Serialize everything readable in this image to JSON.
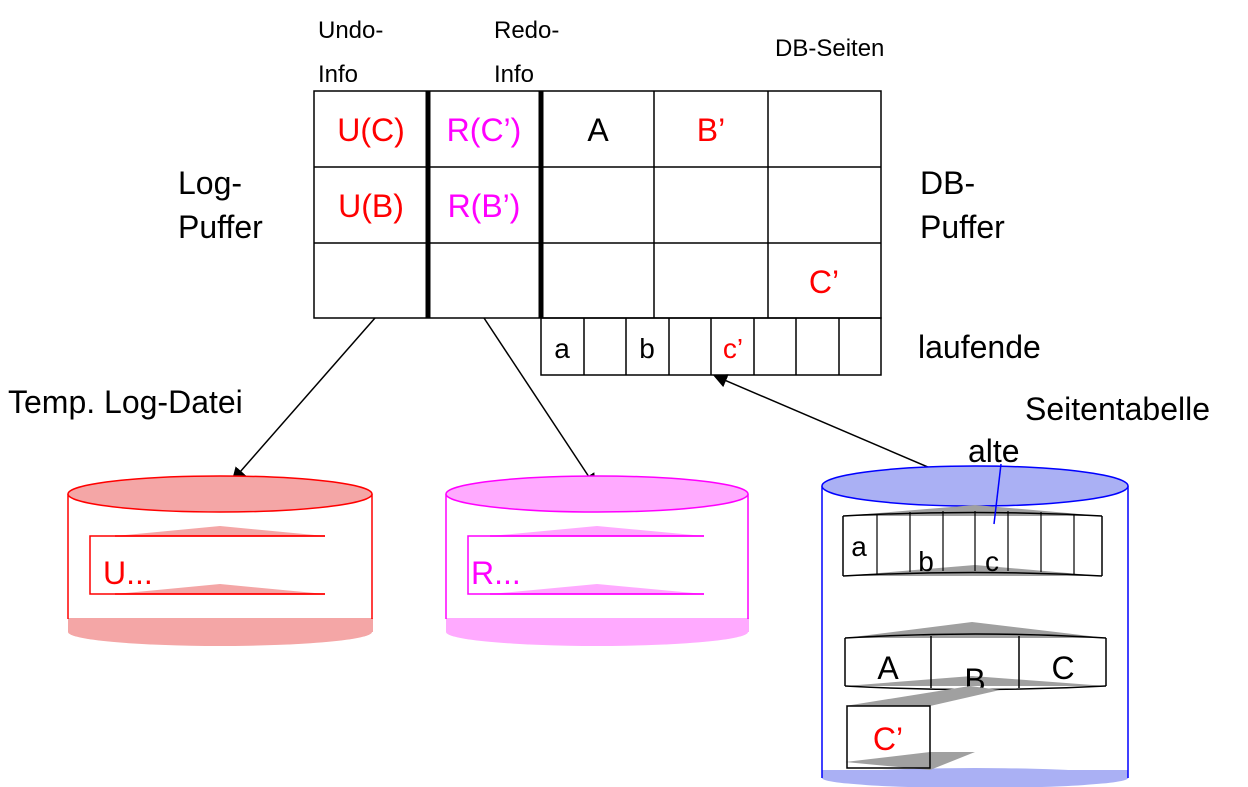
{
  "labels": {
    "undo_info_1": "Undo-",
    "undo_info_2": "Info",
    "redo_info_1": "Redo-",
    "redo_info_2": "Info",
    "db_seiten": "DB-Seiten",
    "log_puffer_1": "Log-",
    "log_puffer_2": "Puffer",
    "db_puffer_1": "DB-",
    "db_puffer_2": "Puffer",
    "laufende": "laufende",
    "temp_log_datei": "Temp. Log-Datei",
    "seitentabelle": "Seitentabelle",
    "alte": "alte"
  },
  "log_buffer": {
    "undo": [
      "U(C)",
      "U(B)",
      ""
    ],
    "redo": [
      "R(C’)",
      "R(B’)",
      ""
    ]
  },
  "db_buffer": {
    "rows": [
      [
        "A",
        "B’",
        ""
      ],
      [
        "",
        "",
        ""
      ],
      [
        "",
        "",
        "C’"
      ]
    ]
  },
  "running_page_table": [
    "a",
    "",
    "b",
    "",
    "c’",
    "",
    "",
    ""
  ],
  "undo_disk": {
    "content": "U..."
  },
  "redo_disk": {
    "content": "R..."
  },
  "db_disk": {
    "old_page_table": [
      "a",
      "b",
      "c"
    ],
    "pages": [
      "A",
      "B",
      "C"
    ],
    "shadow_page": "C’"
  },
  "colors": {
    "red": "#ff0000",
    "magenta": "#ff00ff",
    "undo_disk_fill": "#f4a6a6",
    "redo_disk_fill": "#ffaaff",
    "db_disk_fill": "#aab0f4",
    "db_disk_stroke": "#0000ff",
    "grey": "#a0a0a0"
  }
}
